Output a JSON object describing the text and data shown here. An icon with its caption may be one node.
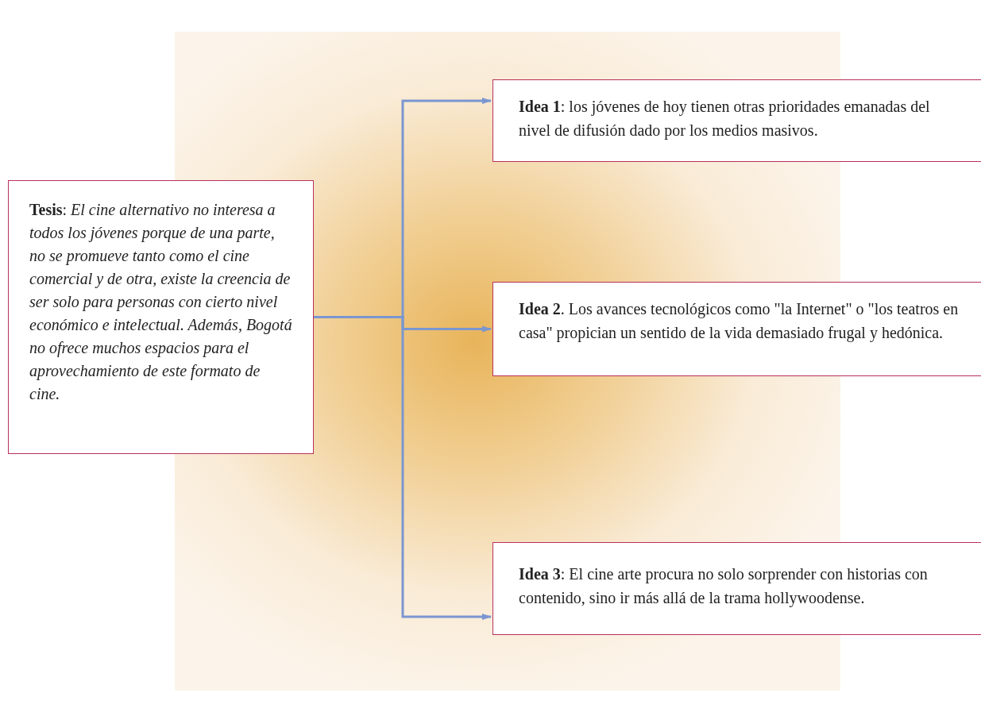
{
  "diagram": {
    "nodes": [
      {
        "text": [
          "**Tesis**: *El cine alternativo no interesa a todos los jóvenes porque de una parte, no se promueve tanto como el cine comercial y de otra, existe la creencia de ser solo para personas con cierto nivel económico e intelectual. Además, Bogotá no ofrece muchos espacios para el aprovechamiento de este formato de cine.*"
        ]
      },
      {
        "text": [
          "**Idea 1**: los jóvenes de hoy tienen otras prioridades emanadas del nivel de difusión dado por los medios masivos."
        ]
      },
      {
        "text": [
          "**Idea 2**. Los avances tecnológicos como \"la Internet\" o \"los teatros en casa\" propician un sentido de la vida demasiado frugal y hedónica."
        ]
      },
      {
        "text": [
          "**Idea 3**: El cine arte procura no solo sorprender con historias con contenido, sino ir más allá de la trama hollywoodense."
        ]
      }
    ],
    "edges": [
      {
        "from": 0,
        "to": 1,
        "arrow": "to"
      },
      {
        "from": 0,
        "to": 2,
        "arrow": "to"
      },
      {
        "from": 0,
        "to": 3,
        "arrow": "to"
      }
    ]
  }
}
